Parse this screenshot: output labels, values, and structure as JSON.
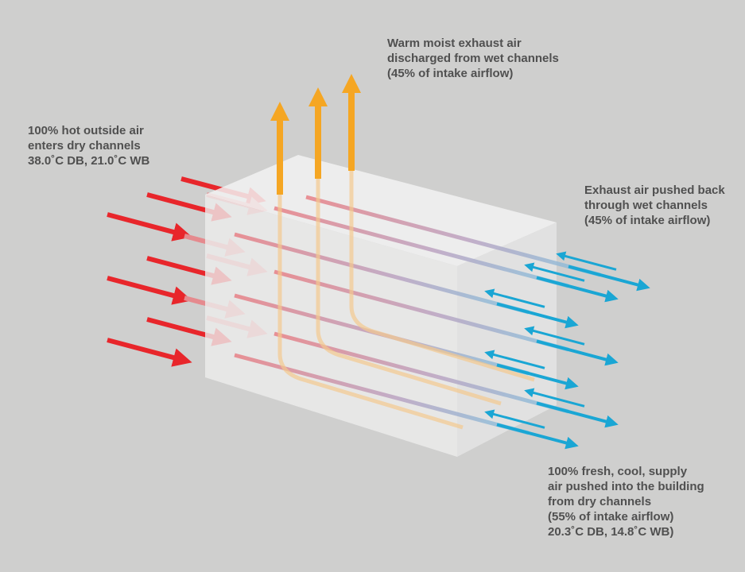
{
  "labels": {
    "intake": [
      "100% hot outside air",
      "enters dry channels",
      "38.0˚C DB, 21.0˚C WB"
    ],
    "exhaust_up": [
      "Warm moist exhaust air",
      "discharged from wet channels",
      "(45% of intake airflow)"
    ],
    "exhaust_back": [
      "Exhaust air pushed back",
      "through wet channels",
      "(45% of intake airflow)"
    ],
    "supply": [
      "100% fresh, cool, supply",
      "air pushed into the building",
      "from dry channels",
      "(55% of intake airflow)",
      "20.3˚C DB, 14.8˚C WB)"
    ]
  },
  "colors": {
    "hot": "#e8262b",
    "cool": "#1aa6d4",
    "exhaust": "#f5a623",
    "text": "#505050",
    "background": "#cfcfce"
  }
}
